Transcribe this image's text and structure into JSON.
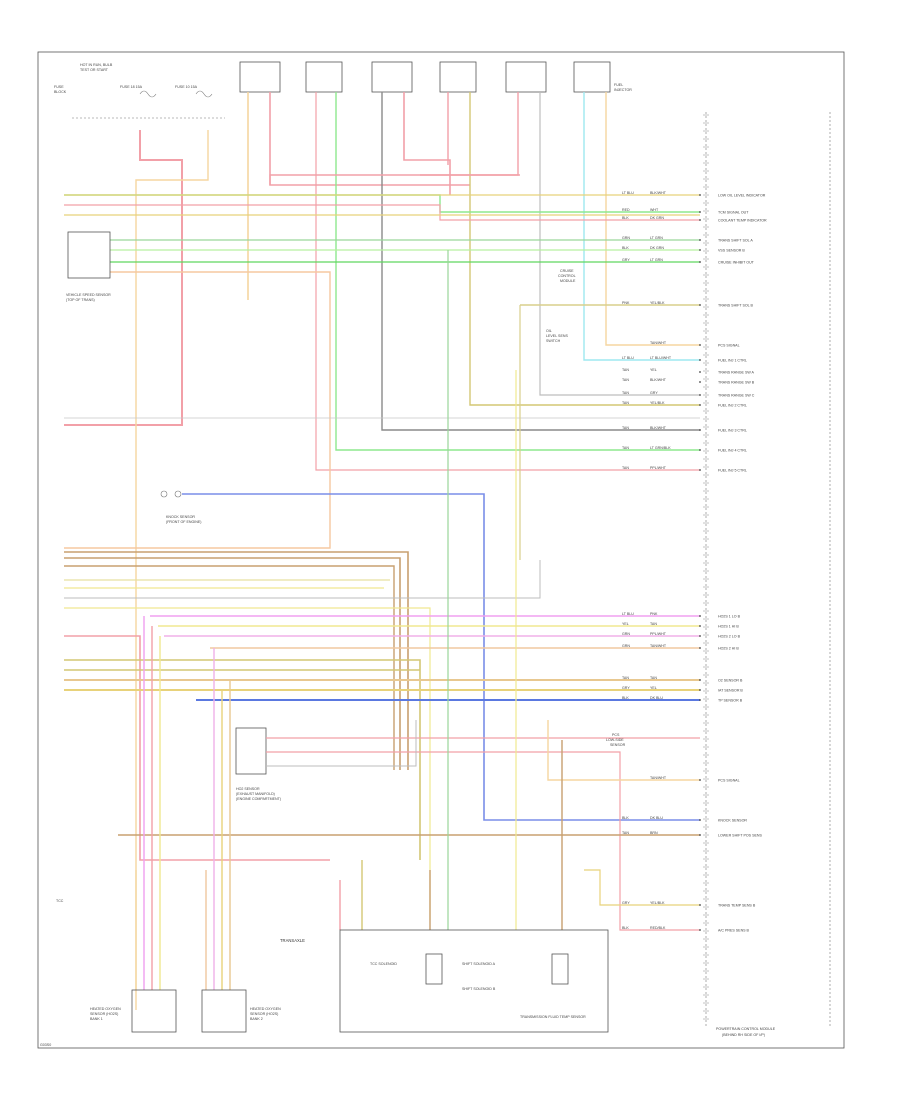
{
  "ecm": {
    "label_line1": "POWERTRAIN CONTROL MODULE",
    "label_line2": "(BEHIND RH SIDE OF I/P)"
  },
  "ecm_pins": [
    {
      "wire": "LT BLU",
      "color_name": "BLK/WHT",
      "label": "LOW OIL LEVEL INDICATOR",
      "color": "#e8d27a"
    },
    {
      "wire": "RED",
      "color_name": "WHT",
      "label": "TCM SIGNAL OUT",
      "color": "#f2a0a8"
    },
    {
      "wire": "BLK",
      "color_name": "DK GRN",
      "label": "COOLANT TEMP INDICATOR",
      "color": "#9ad69a"
    },
    {
      "wire": "GRN",
      "color_name": "LT GRN",
      "label": "TRANS SHIFT SOL A",
      "color": "#b6f0a0"
    },
    {
      "wire": "BLK",
      "color_name": "DK GRN",
      "label": "VSS SENSOR B",
      "color": "#5fd65f"
    },
    {
      "wire": "GRY",
      "color_name": "LT GRN",
      "label": "CRUISE INHIBIT OUT",
      "color": "#8ee88e"
    },
    {
      "wire": "PNK",
      "color_name": "YEL/BLK",
      "label": "TRANS SHIFT SOL B",
      "color": "#d9cf8c"
    },
    {
      "wire": "",
      "color_name": "TAN/WHT",
      "label": "PCS SIGNAL",
      "color": "#f5d6a0"
    },
    {
      "wire": "LT BLU",
      "color_name": "LT BLU/WHT",
      "label": "FUEL INJ 1 CTRL",
      "color": "#9ee8f0"
    },
    {
      "wire": "TAN",
      "color_name": "YEL",
      "label": "TRANS RANGE SW A",
      "color": "#f0e890"
    },
    {
      "wire": "TAN",
      "color_name": "BLK/WHT",
      "label": "TRANS RANGE SW B",
      "color": "#c9c9c9"
    },
    {
      "wire": "TAN",
      "color_name": "GRY",
      "label": "TRANS RANGE SW C",
      "color": "#bdbdbd"
    },
    {
      "wire": "TAN",
      "color_name": "YEL/BLK",
      "label": "FUEL INJ 2 CTRL",
      "color": "#d4c774"
    },
    {
      "wire": "TAN",
      "color_name": "BLK/WHT",
      "label": "FUEL INJ 3 CTRL",
      "color": "#8a8a8a"
    },
    {
      "wire": "TAN",
      "color_name": "LT GRN/BLK",
      "label": "FUEL INJ 4 CTRL",
      "color": "#8ee88e"
    },
    {
      "wire": "TAN",
      "color_name": "PPL/WHT",
      "label": "FUEL INJ 5 CTRL",
      "color": "#f2a0a8"
    },
    {
      "wire": "LT BLU",
      "color_name": "PNK",
      "label": "HO2S 1 LO B",
      "color": "#f0b0e8"
    },
    {
      "wire": "YEL",
      "color_name": "TAN",
      "label": "HO2S 1 HI B",
      "color": "#f0e890"
    },
    {
      "wire": "GRN",
      "color_name": "PPL/WHT",
      "label": "HO2S 2 LO B",
      "color": "#f0a0f0"
    },
    {
      "wire": "GRN",
      "color_name": "TAN/WHT",
      "label": "HO2S 2 HI B",
      "color": "#f0c8a0"
    },
    {
      "wire": "TAN",
      "color_name": "TAN",
      "label": "O2 SENSOR B",
      "color": "#e8c890"
    },
    {
      "wire": "GRY",
      "color_name": "YEL",
      "label": "IAT SENSOR B",
      "color": "#e8d27a"
    },
    {
      "wire": "BLK",
      "color_name": "DK BLU",
      "label": "TP SENSOR B",
      "color": "#7a8ee8"
    },
    {
      "wire": "",
      "color_name": "TAN/WHT",
      "label": "PCS SIGNAL",
      "color": "#f5d6a0"
    },
    {
      "wire": "BLK",
      "color_name": "DK BLU",
      "label": "KNOCK SENSOR",
      "color": "#5a78e0"
    },
    {
      "wire": "TAN",
      "color_name": "BRN",
      "label": "LOWER SHIFT POS SENS",
      "color": "#c8a070"
    },
    {
      "wire": "GRY",
      "color_name": "YEL/BLK",
      "label": "TRANS TEMP SENS B",
      "color": "#e8d27a"
    },
    {
      "wire": "BLK",
      "color_name": "RED/BLK",
      "label": "A/C PRES SENS B",
      "color": "#f0a0a0"
    }
  ],
  "components": {
    "fuse_block": {
      "line1": "FUSE",
      "line2": "BLOCK"
    },
    "hot_in_run": {
      "line1": "HOT IN RUN, BULB",
      "line2": "TEST OR START"
    },
    "fuse_a": "FUSE 18 15A",
    "fuse_b": "FUSE 10 15A",
    "injectors_row": [
      "FUEL",
      "INJECTOR"
    ],
    "vehicle_speed": {
      "line1": "VEHICLE SPEED SENSOR",
      "line2": "(TOP OF TRANS)"
    },
    "cruise_control": {
      "line1": "CRUISE",
      "line2": "CONTROL",
      "line3": "MODULE"
    },
    "oil_level": {
      "line1": "OIL",
      "line2": "LEVEL SENS",
      "line3": "SWITCH"
    },
    "knock_sensor": {
      "line1": "KNOCK SENSOR",
      "line2": "(FRONT OF ENGINE)"
    },
    "o2_sensor": {
      "line1": "HO2 SENSOR",
      "line2": "(EXHAUST MANIFOLD)",
      "line3": "(ENGINE COMPARTMENT)"
    },
    "pcs": {
      "line1": "PCS",
      "line2": "LOW-SIDE",
      "line3": "SENSOR"
    },
    "transaxle": "TRANSAXLE",
    "trans_parts": [
      "TCC SOLENOID",
      "SHIFT SOLENOID A",
      "SHIFT SOLENOID B",
      "TRANSMISSION FLUID TEMP SENSOR"
    ],
    "left_bottom_a": {
      "line1": "HEATED OXYGEN",
      "line2": "SENSOR (HO2S)",
      "line3": "BANK 1"
    },
    "left_bottom_b": {
      "line1": "HEATED OXYGEN",
      "line2": "SENSOR (HO2S)",
      "line3": "BANK 2"
    },
    "bottom_left_ref": "TCC"
  },
  "page_ref": "G03S0"
}
